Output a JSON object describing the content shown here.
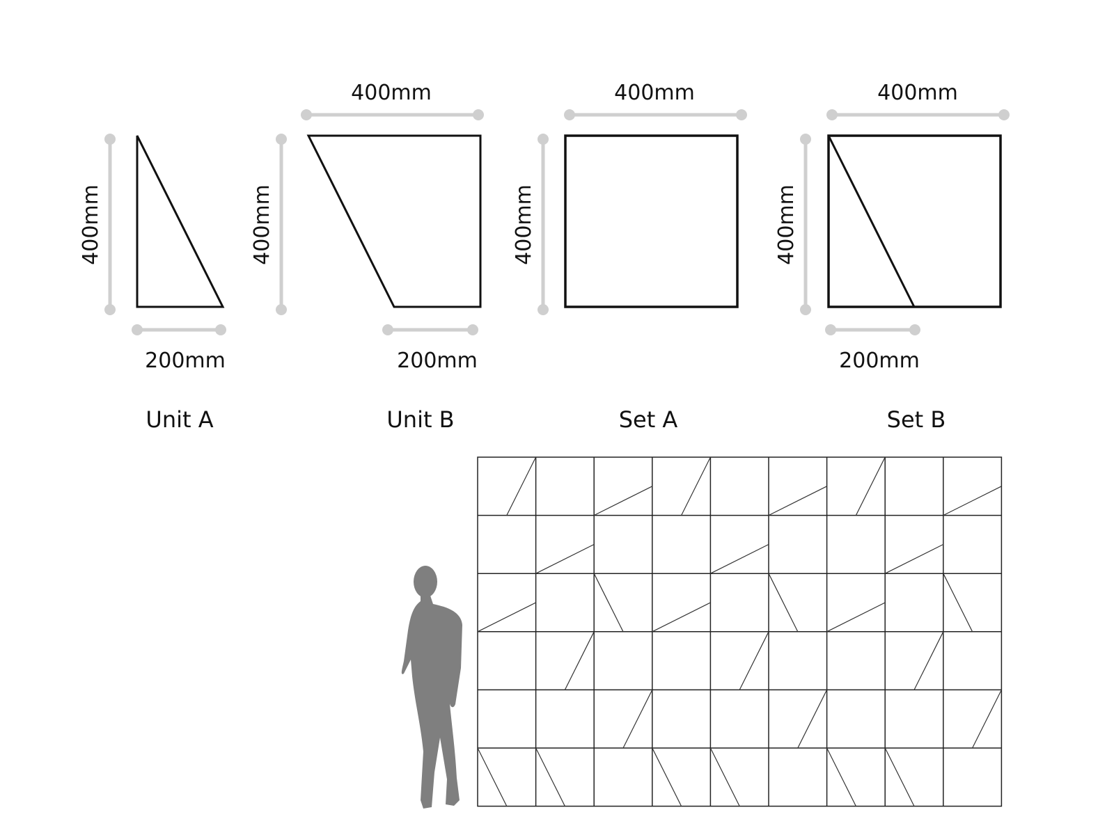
{
  "units": [
    {
      "id": "unit-a",
      "name": "Unit A",
      "width_label": "",
      "height_label": "400mm",
      "bottom_label": "200mm"
    },
    {
      "id": "unit-b",
      "name": "Unit B",
      "width_label": "400mm",
      "height_label": "400mm",
      "bottom_label": "200mm"
    },
    {
      "id": "set-a",
      "name": "Set A",
      "width_label": "400mm",
      "height_label": "400mm",
      "bottom_label": ""
    },
    {
      "id": "set-b",
      "name": "Set B",
      "width_label": "400mm",
      "height_label": "400mm",
      "bottom_label": "200mm"
    }
  ],
  "wall": {
    "columns": 9,
    "rows": 6,
    "tiles": [
      [
        "bl",
        "",
        "ru",
        "bl",
        "",
        "ru",
        "bl",
        "",
        "ru"
      ],
      [
        "",
        "ru",
        "",
        "",
        "ru",
        "",
        "",
        "ru",
        ""
      ],
      [
        "ru",
        "",
        "br",
        "ru",
        "",
        "br",
        "ru",
        "",
        "br"
      ],
      [
        "",
        "bl",
        "",
        "",
        "bl",
        "",
        "",
        "bl",
        ""
      ],
      [
        "",
        "",
        "bl",
        "",
        "",
        "bl",
        "",
        "",
        "bl"
      ],
      [
        "br",
        "br",
        "",
        "br",
        "br",
        "",
        "br",
        "br",
        ""
      ]
    ]
  },
  "colors": {
    "line": "#111111",
    "dimension": "#cfcfcf",
    "silhouette": "#7f7f7f"
  }
}
